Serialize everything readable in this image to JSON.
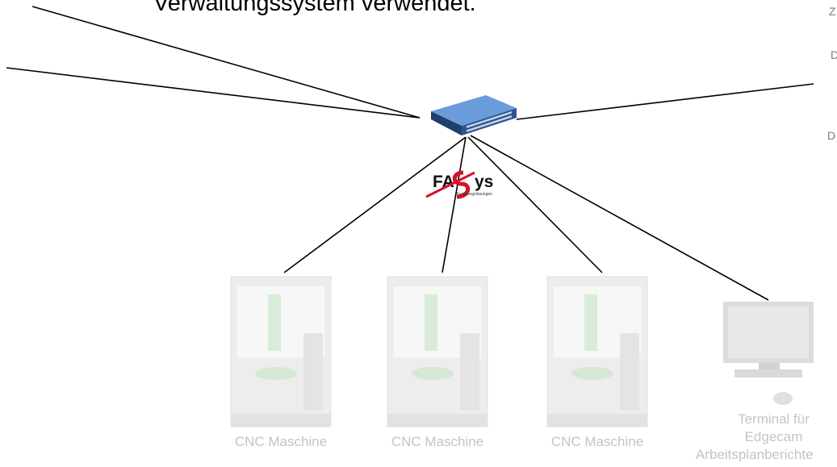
{
  "heading": "Verwaltungssystem verwendet.",
  "edge_letters": [
    "Z",
    "D",
    "D"
  ],
  "logo": {
    "brand_main": "FASys",
    "brand_sub": "Fertigungslösungen",
    "colors": {
      "text": "#111111",
      "swoosh": "#d4142a"
    }
  },
  "nodes": {
    "cnc1": {
      "label": "CNC Maschine"
    },
    "cnc2": {
      "label": "CNC Maschine"
    },
    "cnc3": {
      "label": "CNC Maschine"
    },
    "terminal": {
      "line1": "Terminal für",
      "line2": "Edgecam",
      "line3": "Arbeitsplanberichte"
    }
  },
  "colors": {
    "switch_top": "#5b8fd1",
    "switch_front": "#2a4a7a",
    "line": "#000000",
    "ghost": "#e6e6e6",
    "label": "#c4c4c4"
  }
}
